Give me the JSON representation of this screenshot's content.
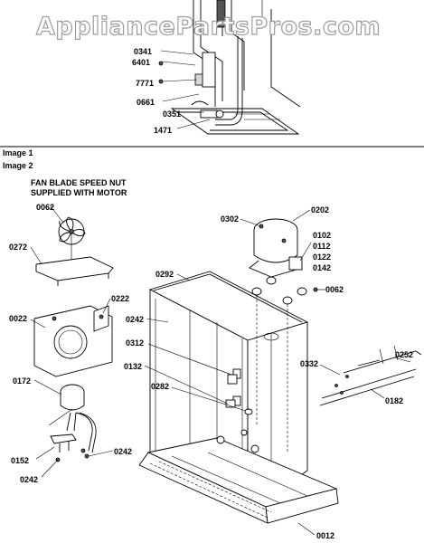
{
  "watermark": "AppliancePartsPros.com",
  "sections": {
    "image1": "Image 1",
    "image2": "Image 2"
  },
  "note": {
    "line1": "FAN BLADE SPEED NUT",
    "line2": "SUPPLIED WITH MOTOR"
  },
  "image1_parts": [
    "0341",
    "6401",
    "7771",
    "0661",
    "0351",
    "1471"
  ],
  "image2_parts": {
    "p0062a": "0062",
    "p0272": "0272",
    "p0222": "0222",
    "p0022": "0022",
    "p0172": "0172",
    "p0152": "0152",
    "p0242a": "0242",
    "p0242b": "0242",
    "p0242c": "0242",
    "p0292": "0292",
    "p0312": "0312",
    "p0132": "0132",
    "p0282": "0282",
    "p0302": "0302",
    "p0202": "0202",
    "p0102": "0102",
    "p0112": "0112",
    "p0122": "0122",
    "p0142": "0142",
    "p0062b": "0062",
    "p0252": "0252",
    "p0332": "0332",
    "p0182": "0182",
    "p0012": "0012"
  }
}
